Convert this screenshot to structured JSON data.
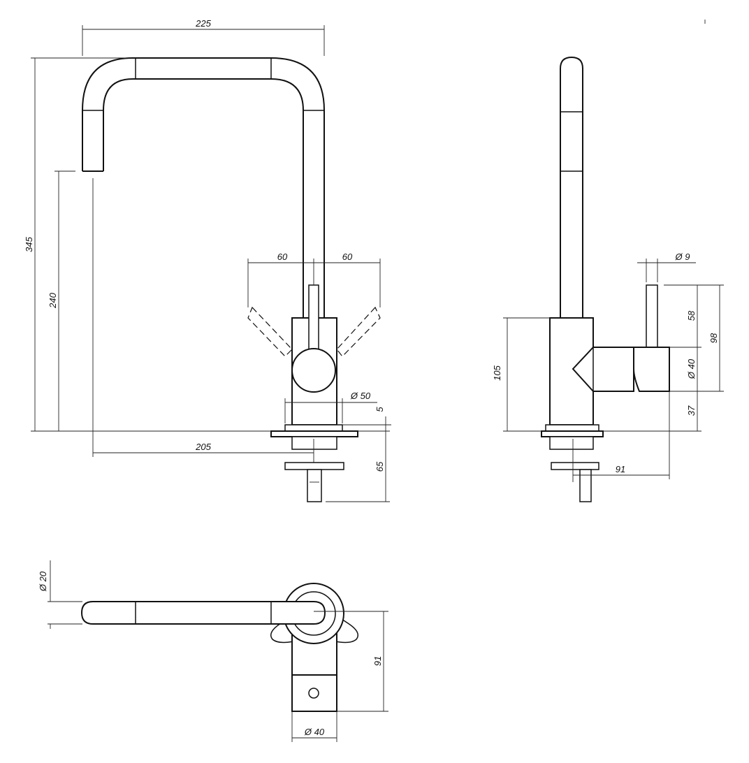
{
  "front_view": {
    "width_top": "225",
    "height_total": "345",
    "height_spout": "240",
    "lever_left": "60",
    "lever_right": "60",
    "body_diameter": "Ø 50",
    "plate_thickness": "5",
    "spout_reach": "205",
    "shank_length": "65"
  },
  "side_view": {
    "handle_diameter": "Ø 9",
    "handle_height": "58",
    "handle_total": "98",
    "cartridge_diameter": "Ø 40",
    "cartridge_offset": "37",
    "body_height": "105",
    "depth": "91"
  },
  "top_view": {
    "spout_diameter": "Ø 20",
    "depth": "91",
    "body_diameter": "Ø 40"
  }
}
